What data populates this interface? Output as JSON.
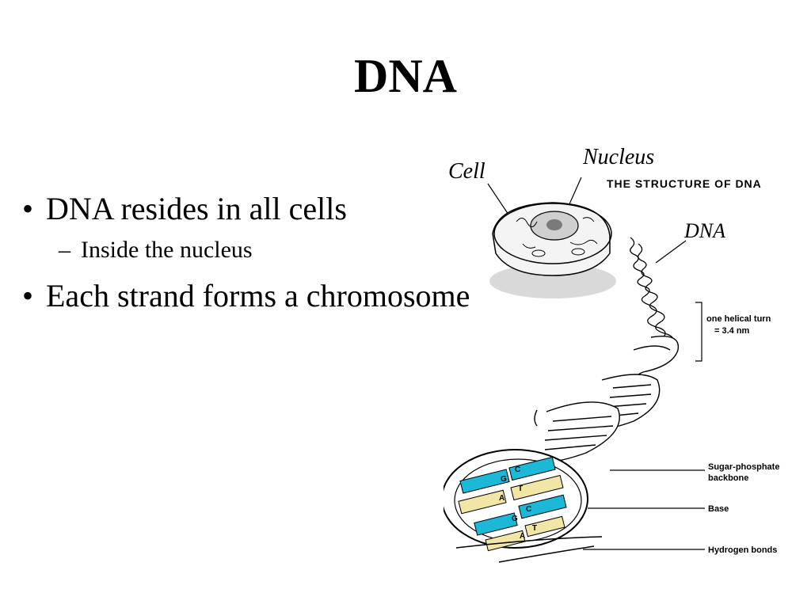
{
  "slide": {
    "title": "DNA",
    "bullets": [
      {
        "text": "DNA resides in all cells",
        "sub": [
          "Inside the nucleus"
        ]
      },
      {
        "text": "Each strand forms a chromosome",
        "sub": []
      }
    ],
    "bullet_glyph": "•",
    "sub_glyph": "–"
  },
  "figure": {
    "heading": "THE STRUCTURE OF DNA",
    "labels": {
      "cell": "Cell",
      "nucleus": "Nucleus",
      "dna": "DNA",
      "helical_turn_line1": "one helical turn",
      "helical_turn_line2": "= 3.4 nm",
      "backbone_line1": "Sugar-phosphate",
      "backbone_line2": "backbone",
      "base": "Base",
      "hydrogen_bonds": "Hydrogen bonds"
    },
    "base_letters": [
      "G",
      "C",
      "A",
      "T",
      "G",
      "C",
      "A",
      "T"
    ],
    "colors": {
      "cyan_base": "#1bb8d8",
      "yellow_base": "#f2e6a6",
      "line": "#000000"
    }
  }
}
